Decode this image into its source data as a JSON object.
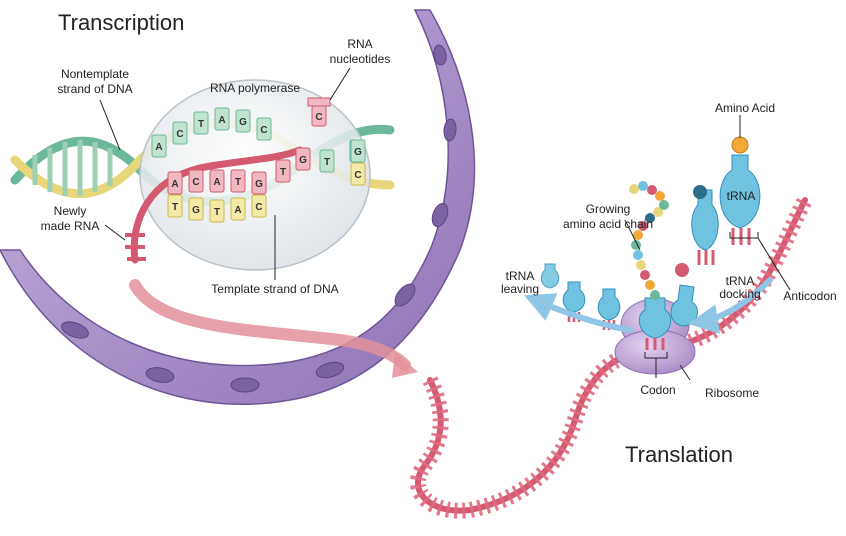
{
  "titles": {
    "transcription": "Transcription",
    "translation": "Translation"
  },
  "labels": {
    "nontemplate_line1": "Nontemplate",
    "nontemplate_line2": "strand of DNA",
    "rna_polymerase": "RNA polymerase",
    "rna_nucleotides_line1": "RNA",
    "rna_nucleotides_line2": "nucleotides",
    "newly_made_line1": "Newly",
    "newly_made_line2": "made RNA",
    "template_strand": "Template strand of DNA",
    "amino_acid": "Amino Acid",
    "trna": "tRNA",
    "growing_line1": "Growing",
    "growing_line2": "amino acid chain",
    "trna_leaving_line1": "tRNA",
    "trna_leaving_line2": "leaving",
    "trna_docking_line1": "tRNA",
    "trna_docking_line2": "docking",
    "anticodon": "Anticodon",
    "codon": "Codon",
    "ribosome": "Ribosome"
  },
  "bases": {
    "nontemplate": [
      "A",
      "C",
      "T",
      "A",
      "G",
      "C",
      "T",
      "G"
    ],
    "template": [
      "T",
      "G",
      "T",
      "A",
      "C"
    ],
    "rna": [
      "A",
      "C",
      "A",
      "T",
      "G",
      "T",
      "G"
    ],
    "free_nucleotide": "C",
    "right_end": [
      "G",
      "C"
    ]
  },
  "colors": {
    "membrane": "#a98fc9",
    "membrane_dark": "#6e5596",
    "pore": "#7b63a3",
    "mrna": "#d35a70",
    "mrna_teeth": "#e06a80",
    "trna": "#6fc3e0",
    "trna_dark": "#2f8fb8",
    "ribosome": "#c9b2dc",
    "arrow_blue": "#8fc6e8",
    "arrow_pink": "#e3909c",
    "dna_green": "#6cb89a",
    "dna_yellow": "#e8d77a",
    "polymerase_bubble": "#e9eef0"
  }
}
